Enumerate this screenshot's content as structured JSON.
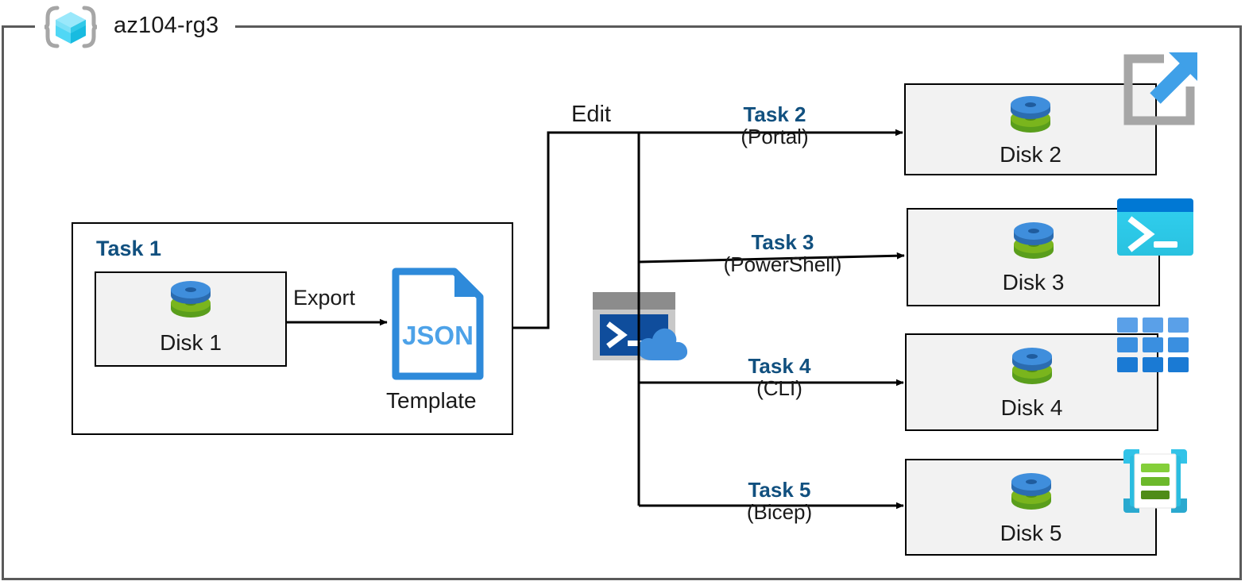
{
  "resource_group": {
    "name": "az104-rg3",
    "icon": "resource-group-cube-icon"
  },
  "colors": {
    "task_blue": "#11507f",
    "box_fill": "#f2f2f2",
    "box_border": "#000000",
    "frame_border": "#5a5a5a",
    "azure_blue": "#0078d4",
    "disk_top": "#3f8edc",
    "disk_bottom": "#7ab51d"
  },
  "task1": {
    "label": "Task 1",
    "disk": {
      "label": "Disk 1",
      "icon": "managed-disk-icon"
    },
    "export_arrow_label": "Export",
    "template": {
      "file_label": "JSON",
      "caption": "Template",
      "icon": "json-file-icon"
    }
  },
  "edit": {
    "label": "Edit",
    "cloudshell_icon": "cloud-shell-icon"
  },
  "branches": [
    {
      "title": "Task 2",
      "subtitle": "(Portal)",
      "disk_label": "Disk 2",
      "disk_icon": "managed-disk-icon",
      "tool_icon": "azure-portal-icon"
    },
    {
      "title": "Task 3",
      "subtitle": "(PowerShell)",
      "disk_label": "Disk 3",
      "disk_icon": "managed-disk-icon",
      "tool_icon": "powershell-icon"
    },
    {
      "title": "Task 4",
      "subtitle": "(CLI)",
      "disk_label": "Disk 4",
      "disk_icon": "managed-disk-icon",
      "tool_icon": "azure-cli-icon"
    },
    {
      "title": "Task 5",
      "subtitle": "(Bicep)",
      "disk_label": "Disk 5",
      "disk_icon": "managed-disk-icon",
      "tool_icon": "bicep-icon"
    }
  ]
}
